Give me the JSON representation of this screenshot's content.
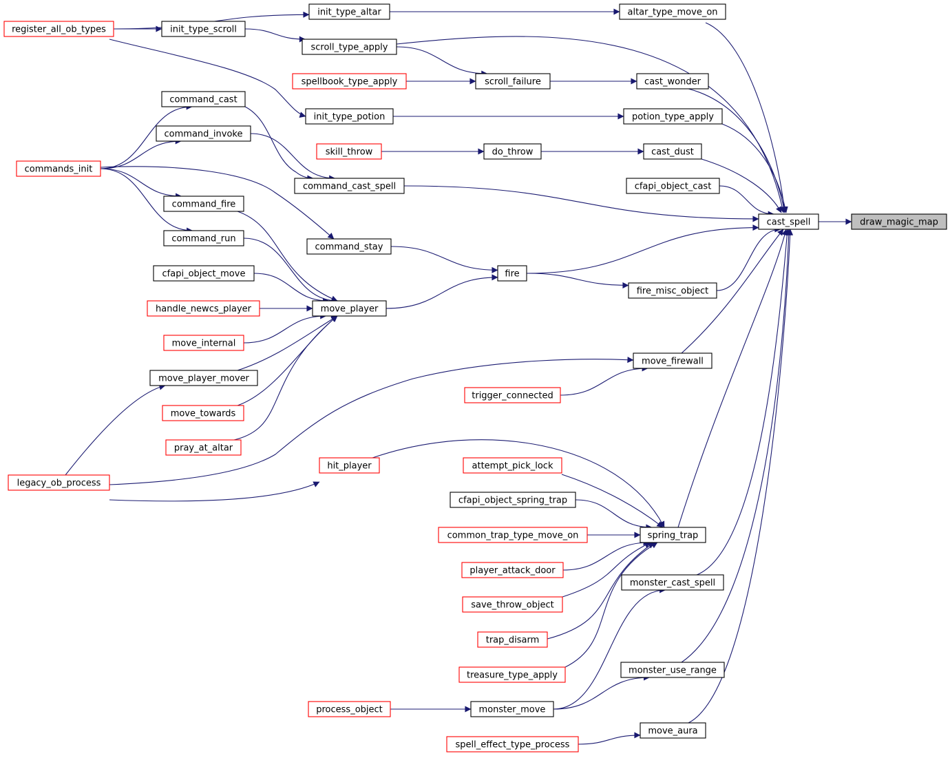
{
  "diagram": {
    "type": "call-graph",
    "colors": {
      "edge": "#191970",
      "node_border_normal": "#000000",
      "node_border_truncated": "#ff0000",
      "focus_fill": "#bfbfbf",
      "node_fill": "#ffffff"
    },
    "nodes": [
      {
        "id": "register_all_ob_types",
        "label": "register_all_ob_types",
        "style": "truncated"
      },
      {
        "id": "init_type_altar",
        "label": "init_type_altar",
        "style": "normal"
      },
      {
        "id": "altar_type_move_on",
        "label": "altar_type_move_on",
        "style": "normal"
      },
      {
        "id": "init_type_scroll",
        "label": "init_type_scroll",
        "style": "normal"
      },
      {
        "id": "scroll_type_apply",
        "label": "scroll_type_apply",
        "style": "normal"
      },
      {
        "id": "spellbook_type_apply",
        "label": "spellbook_type_apply",
        "style": "truncated"
      },
      {
        "id": "scroll_failure",
        "label": "scroll_failure",
        "style": "normal"
      },
      {
        "id": "cast_wonder",
        "label": "cast_wonder",
        "style": "normal"
      },
      {
        "id": "command_cast",
        "label": "command_cast",
        "style": "normal"
      },
      {
        "id": "init_type_potion",
        "label": "init_type_potion",
        "style": "normal"
      },
      {
        "id": "potion_type_apply",
        "label": "potion_type_apply",
        "style": "normal"
      },
      {
        "id": "command_invoke",
        "label": "command_invoke",
        "style": "normal"
      },
      {
        "id": "skill_throw",
        "label": "skill_throw",
        "style": "truncated"
      },
      {
        "id": "do_throw",
        "label": "do_throw",
        "style": "normal"
      },
      {
        "id": "cast_dust",
        "label": "cast_dust",
        "style": "normal"
      },
      {
        "id": "commands_init",
        "label": "commands_init",
        "style": "truncated"
      },
      {
        "id": "command_cast_spell",
        "label": "command_cast_spell",
        "style": "normal"
      },
      {
        "id": "cfapi_object_cast",
        "label": "cfapi_object_cast",
        "style": "normal"
      },
      {
        "id": "command_fire",
        "label": "command_fire",
        "style": "normal"
      },
      {
        "id": "cast_spell",
        "label": "cast_spell",
        "style": "normal"
      },
      {
        "id": "draw_magic_map",
        "label": "draw_magic_map",
        "style": "focus"
      },
      {
        "id": "command_run",
        "label": "command_run",
        "style": "normal"
      },
      {
        "id": "command_stay",
        "label": "command_stay",
        "style": "normal"
      },
      {
        "id": "cfapi_object_move",
        "label": "cfapi_object_move",
        "style": "normal"
      },
      {
        "id": "fire",
        "label": "fire",
        "style": "normal"
      },
      {
        "id": "fire_misc_object",
        "label": "fire_misc_object",
        "style": "normal"
      },
      {
        "id": "handle_newcs_player",
        "label": "handle_newcs_player",
        "style": "truncated"
      },
      {
        "id": "move_player",
        "label": "move_player",
        "style": "normal"
      },
      {
        "id": "move_internal",
        "label": "move_internal",
        "style": "truncated"
      },
      {
        "id": "move_firewall",
        "label": "move_firewall",
        "style": "normal"
      },
      {
        "id": "move_player_mover",
        "label": "move_player_mover",
        "style": "normal"
      },
      {
        "id": "trigger_connected",
        "label": "trigger_connected",
        "style": "truncated"
      },
      {
        "id": "move_towards",
        "label": "move_towards",
        "style": "truncated"
      },
      {
        "id": "pray_at_altar",
        "label": "pray_at_altar",
        "style": "truncated"
      },
      {
        "id": "attempt_pick_lock",
        "label": "attempt_pick_lock",
        "style": "truncated"
      },
      {
        "id": "hit_player",
        "label": "hit_player",
        "style": "truncated"
      },
      {
        "id": "legacy_ob_process",
        "label": "legacy_ob_process",
        "style": "truncated"
      },
      {
        "id": "cfapi_object_spring_trap",
        "label": "cfapi_object_spring_trap",
        "style": "normal"
      },
      {
        "id": "common_trap_type_move_on",
        "label": "common_trap_type_move_on",
        "style": "truncated"
      },
      {
        "id": "spring_trap",
        "label": "spring_trap",
        "style": "normal"
      },
      {
        "id": "player_attack_door",
        "label": "player_attack_door",
        "style": "truncated"
      },
      {
        "id": "monster_cast_spell",
        "label": "monster_cast_spell",
        "style": "normal"
      },
      {
        "id": "save_throw_object",
        "label": "save_throw_object",
        "style": "truncated"
      },
      {
        "id": "trap_disarm",
        "label": "trap_disarm",
        "style": "truncated"
      },
      {
        "id": "treasure_type_apply",
        "label": "treasure_type_apply",
        "style": "truncated"
      },
      {
        "id": "monster_use_range",
        "label": "monster_use_range",
        "style": "normal"
      },
      {
        "id": "process_object",
        "label": "process_object",
        "style": "truncated"
      },
      {
        "id": "monster_move",
        "label": "monster_move",
        "style": "normal"
      },
      {
        "id": "move_aura",
        "label": "move_aura",
        "style": "normal"
      },
      {
        "id": "spell_effect_type_process",
        "label": "spell_effect_type_process",
        "style": "truncated"
      }
    ],
    "edges": [
      {
        "from": "cast_spell",
        "to": "draw_magic_map"
      },
      {
        "from": "altar_type_move_on",
        "to": "cast_spell"
      },
      {
        "from": "scroll_type_apply",
        "to": "cast_spell"
      },
      {
        "from": "cast_wonder",
        "to": "cast_spell"
      },
      {
        "from": "potion_type_apply",
        "to": "cast_spell"
      },
      {
        "from": "cast_dust",
        "to": "cast_spell"
      },
      {
        "from": "cfapi_object_cast",
        "to": "cast_spell"
      },
      {
        "from": "command_cast_spell",
        "to": "cast_spell"
      },
      {
        "from": "fire",
        "to": "cast_spell"
      },
      {
        "from": "fire_misc_object",
        "to": "cast_spell"
      },
      {
        "from": "move_firewall",
        "to": "cast_spell"
      },
      {
        "from": "spring_trap",
        "to": "cast_spell"
      },
      {
        "from": "monster_cast_spell",
        "to": "cast_spell"
      },
      {
        "from": "monster_use_range",
        "to": "cast_spell"
      },
      {
        "from": "move_aura",
        "to": "cast_spell"
      },
      {
        "from": "init_type_altar",
        "to": "altar_type_move_on"
      },
      {
        "from": "register_all_ob_types",
        "to": "init_type_altar"
      },
      {
        "from": "register_all_ob_types",
        "to": "init_type_scroll"
      },
      {
        "from": "register_all_ob_types",
        "to": "init_type_potion"
      },
      {
        "from": "init_type_scroll",
        "to": "scroll_type_apply"
      },
      {
        "from": "scroll_type_apply",
        "to": "scroll_failure"
      },
      {
        "from": "spellbook_type_apply",
        "to": "scroll_failure"
      },
      {
        "from": "scroll_failure",
        "to": "cast_wonder"
      },
      {
        "from": "init_type_potion",
        "to": "potion_type_apply"
      },
      {
        "from": "skill_throw",
        "to": "do_throw"
      },
      {
        "from": "do_throw",
        "to": "cast_dust"
      },
      {
        "from": "command_cast",
        "to": "command_cast_spell"
      },
      {
        "from": "command_invoke",
        "to": "command_cast_spell"
      },
      {
        "from": "commands_init",
        "to": "command_cast"
      },
      {
        "from": "commands_init",
        "to": "command_invoke"
      },
      {
        "from": "commands_init",
        "to": "command_fire"
      },
      {
        "from": "commands_init",
        "to": "command_run"
      },
      {
        "from": "commands_init",
        "to": "command_stay"
      },
      {
        "from": "command_stay",
        "to": "fire"
      },
      {
        "from": "move_player",
        "to": "fire"
      },
      {
        "from": "fire",
        "to": "fire_misc_object"
      },
      {
        "from": "command_fire",
        "to": "move_player"
      },
      {
        "from": "command_run",
        "to": "move_player"
      },
      {
        "from": "cfapi_object_move",
        "to": "move_player"
      },
      {
        "from": "handle_newcs_player",
        "to": "move_player"
      },
      {
        "from": "move_internal",
        "to": "move_player"
      },
      {
        "from": "move_player_mover",
        "to": "move_player"
      },
      {
        "from": "move_towards",
        "to": "move_player"
      },
      {
        "from": "pray_at_altar",
        "to": "move_player"
      },
      {
        "from": "legacy_ob_process",
        "to": "move_player_mover"
      },
      {
        "from": "legacy_ob_process",
        "to": "move_firewall"
      },
      {
        "from": "trigger_connected",
        "to": "move_firewall"
      },
      {
        "from": "hit_player",
        "to": "spring_trap"
      },
      {
        "from": "legacy_ob_process",
        "to": "hit_player"
      },
      {
        "from": "attempt_pick_lock",
        "to": "spring_trap"
      },
      {
        "from": "cfapi_object_spring_trap",
        "to": "spring_trap"
      },
      {
        "from": "common_trap_type_move_on",
        "to": "spring_trap"
      },
      {
        "from": "player_attack_door",
        "to": "spring_trap"
      },
      {
        "from": "save_throw_object",
        "to": "spring_trap"
      },
      {
        "from": "trap_disarm",
        "to": "spring_trap"
      },
      {
        "from": "treasure_type_apply",
        "to": "spring_trap"
      },
      {
        "from": "monster_move",
        "to": "monster_cast_spell"
      },
      {
        "from": "monster_move",
        "to": "monster_use_range"
      },
      {
        "from": "process_object",
        "to": "monster_move"
      },
      {
        "from": "spell_effect_type_process",
        "to": "move_aura"
      }
    ]
  }
}
